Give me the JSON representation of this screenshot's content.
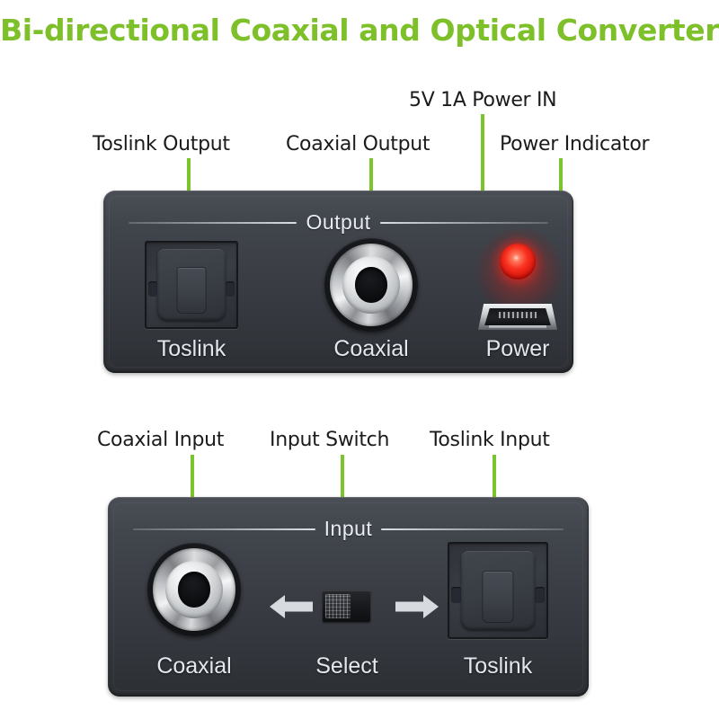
{
  "title": "Bi-directional Coaxial and Optical Converter",
  "theme": {
    "accent_green": "#7dc02a",
    "leader_green": "#7ac52e",
    "panel_dark": "#3a3d44",
    "led_red": "#f83020",
    "caption_white": "#e4e8ee",
    "label_black": "#1b1b1b"
  },
  "callouts": {
    "toslink_output": "Toslink Output",
    "coaxial_output": "Coaxial Output",
    "power_in": "5V 1A Power IN",
    "power_indicator": "Power Indicator",
    "coaxial_input": "Coaxial Input",
    "input_switch": "Input Switch",
    "toslink_input": "Toslink Input"
  },
  "output_panel": {
    "section_title": "Output",
    "ports": [
      {
        "caption": "Toslink",
        "type": "toslink-port"
      },
      {
        "caption": "Coaxial",
        "type": "rca-jack"
      },
      {
        "caption": "Power",
        "type": "micro-usb-port"
      }
    ],
    "indicator": {
      "name": "power-led",
      "color": "#f83020",
      "state": "on"
    }
  },
  "input_panel": {
    "section_title": "Input",
    "ports": [
      {
        "caption": "Coaxial",
        "type": "rca-jack"
      },
      {
        "caption": "Select",
        "type": "slide-switch"
      },
      {
        "caption": "Toslink",
        "type": "toslink-port"
      }
    ],
    "arrows": {
      "left": "left-arrow-icon",
      "right": "right-arrow-icon"
    }
  }
}
